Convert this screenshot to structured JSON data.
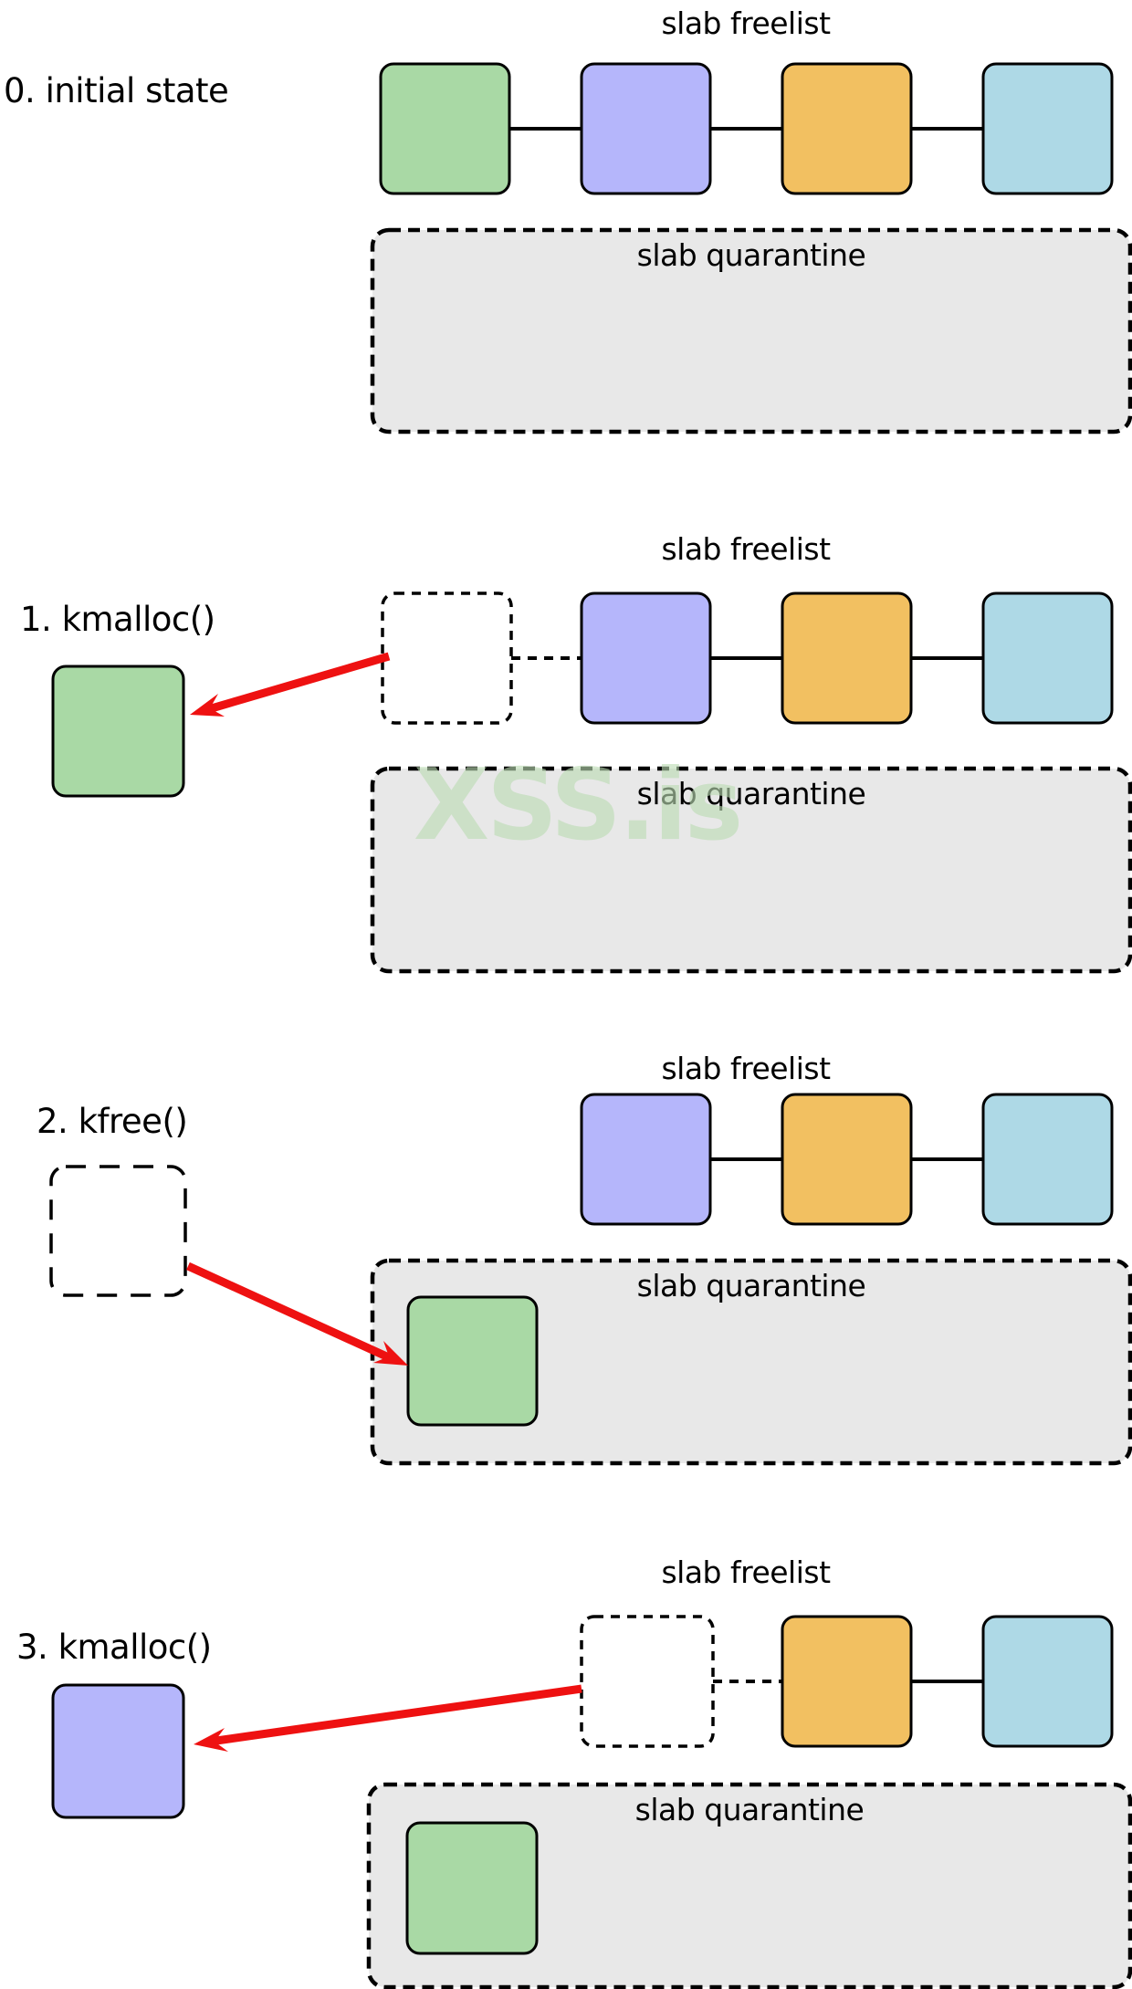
{
  "watermark": "XSS.is",
  "colors": {
    "green": "#a9d9a5",
    "purple": "#b5b6fb",
    "orange": "#f2c061",
    "blue": "#aed9e6",
    "quarantine_fill": "#e8e8e8",
    "stroke": "#000000",
    "arrow_red": "#ee1111",
    "watermark_green": "#bcdcb4"
  },
  "sections": [
    {
      "label": "0. initial state",
      "freelist_title": "slab freelist",
      "quarantine_title": "slab quarantine",
      "freelist_slots": [
        "green",
        "purple",
        "orange",
        "blue"
      ],
      "detached_object": null,
      "arrow": null,
      "quarantine_contents": []
    },
    {
      "label": "1. kmalloc()",
      "freelist_title": "slab freelist",
      "quarantine_title": "slab quarantine",
      "freelist_slots": [
        "empty-dashed",
        "purple",
        "orange",
        "blue"
      ],
      "detached_object": "green",
      "arrow": "from-freelist-empty-slot-to-detached-green-box",
      "quarantine_contents": []
    },
    {
      "label": "2. kfree()",
      "freelist_title": "slab freelist",
      "quarantine_title": "slab quarantine",
      "freelist_slots": [
        "purple",
        "orange",
        "blue"
      ],
      "detached_object": "empty-dashed",
      "arrow": "from-detached-empty-box-to-green-box-in-quarantine",
      "quarantine_contents": [
        "green"
      ]
    },
    {
      "label": "3. kmalloc()",
      "freelist_title": "slab freelist",
      "quarantine_title": "slab quarantine",
      "freelist_slots": [
        "empty-dashed",
        "orange",
        "blue"
      ],
      "detached_object": "purple",
      "arrow": "from-freelist-empty-slot-to-detached-purple-box",
      "quarantine_contents": [
        "green"
      ]
    }
  ]
}
